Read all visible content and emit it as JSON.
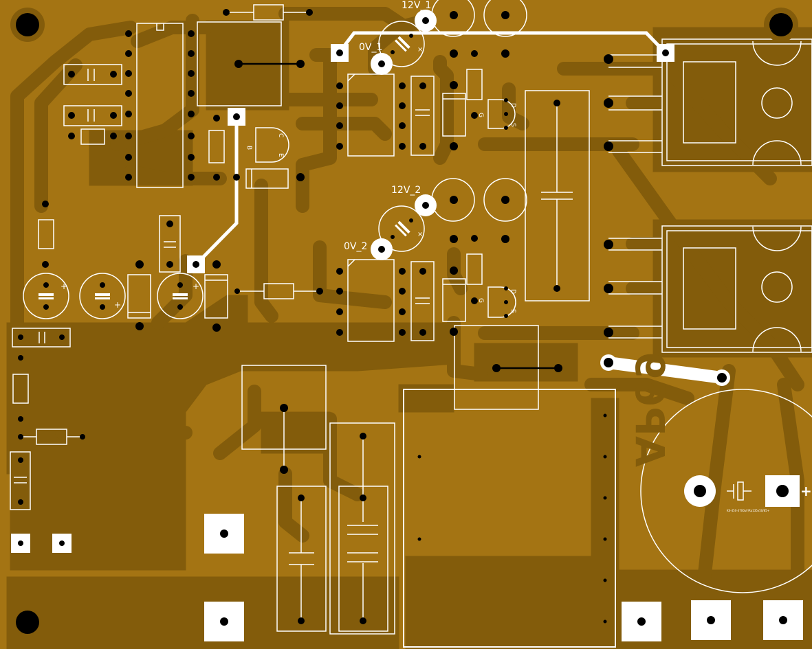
{
  "colors": {
    "board": "#a47413",
    "copper": "#835c0b",
    "silkscreen": "#ffffff",
    "hole": "#000000"
  },
  "labels": {
    "net_12v_1": "12V_1",
    "net_0v_1": "0V_1",
    "net_12v_2": "12V_2",
    "net_0v_2": "0V_2",
    "transistor_b": "B",
    "transistor_c": "C",
    "transistor_e": "E",
    "fet1_d": "D",
    "fet1_g": "G",
    "fet1_s": "S",
    "fet2_d": "D",
    "fet2_g": "G",
    "fet2_s": "S",
    "board_mark": "AP69",
    "cap_part": "KS-450-4700uF/Ra135x50/85+",
    "plus_sign": "+",
    "x_mark": "×"
  }
}
